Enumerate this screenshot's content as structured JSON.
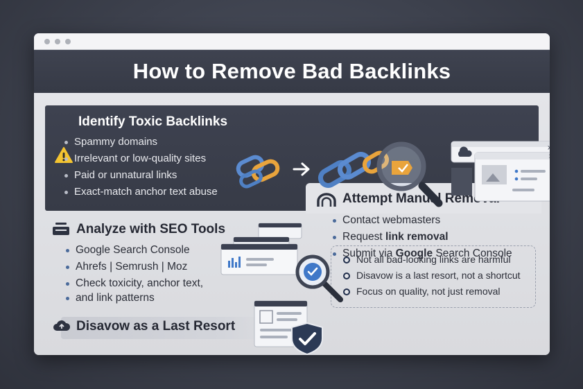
{
  "page": {
    "title": "How to Remove Bad Backlinks"
  },
  "sections": {
    "identify": {
      "title": "Identify Toxic Backlinks",
      "icon": "warning-icon",
      "items": [
        {
          "text": "Spammy domains"
        },
        {
          "text": "Irrelevant or low-quality sites"
        },
        {
          "text": "Paid or unnatural links"
        },
        {
          "text": "Exact-match anchor text abuse"
        }
      ]
    },
    "manual": {
      "title": "Attempt Manual Removal",
      "icon": "arch-icon",
      "items": [
        {
          "pre": "Contact webmasters",
          "bold": "",
          "post": ""
        },
        {
          "pre": "Request ",
          "bold": "link removal",
          "post": ""
        },
        {
          "pre": "Submit via ",
          "bold": "Google",
          "post": " Search Console"
        }
      ]
    },
    "analyze": {
      "title": "Analyze with SEO Tools",
      "icon": "inbox-tray-icon",
      "items": [
        {
          "text": "Google Search Console"
        },
        {
          "text": "Ahrefs | Semrush | Moz"
        },
        {
          "text": "Check toxicity, anchor text,"
        },
        {
          "text": "and link patterns"
        }
      ]
    },
    "disavow": {
      "title": "Disavow as a Last Resort",
      "icon": "cloud-upload-icon"
    },
    "tips": {
      "items": [
        {
          "text": "Not all bad-looking links are harmful"
        },
        {
          "text": "Disavow is a last resort, not a shortcut"
        },
        {
          "text": "Focus on quality, not just removal"
        }
      ]
    }
  },
  "colors": {
    "background": "#3d414d",
    "header": "#3a3e4a",
    "panel_dark": "#3b3f4c",
    "chain_blue": "#4f80c4",
    "chain_orange": "#e9a43c",
    "warning_yellow": "#f4c430",
    "magnifier_ring": "#3b4152",
    "check_blue": "#3f78c8",
    "shield_dark": "#2c3a55"
  }
}
